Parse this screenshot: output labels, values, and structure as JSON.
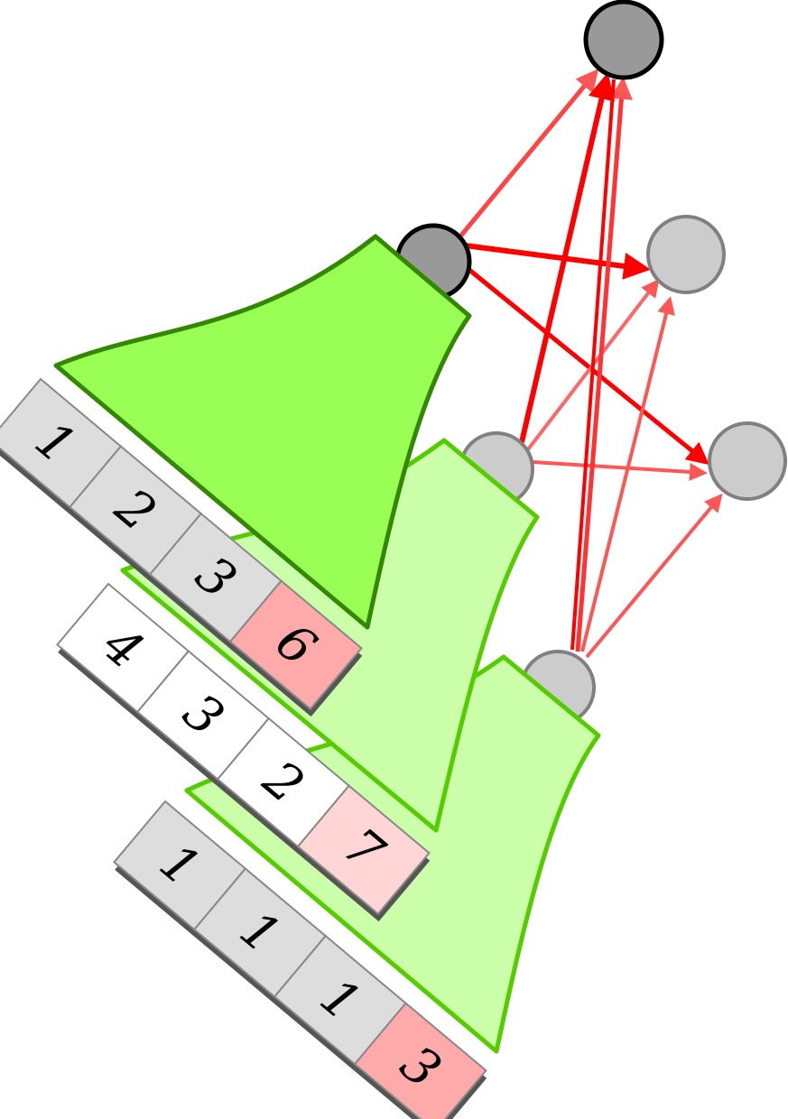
{
  "colors": {
    "node_dark": "#999999",
    "node_light": "#cccccc",
    "node_light_stroke": "#808080",
    "edge_strong": "#ff0000",
    "edge_soft": "#ff5555",
    "funnel_dark_fill": "#99ff55",
    "funnel_dark_stroke": "#338800",
    "funnel_light_fill": "#ccffaa",
    "funnel_light_stroke": "#55cc00",
    "cell_gray": "#dddddd",
    "cell_white": "#ffffff",
    "cell_pink": "#ffaaaa",
    "cell_pink_light": "#ffd5d5"
  },
  "input_rows": [
    {
      "cells": [
        "1",
        "2",
        "3",
        "6"
      ]
    },
    {
      "cells": [
        "4",
        "3",
        "2",
        "7"
      ]
    },
    {
      "cells": [
        "1",
        "1",
        "1",
        "3"
      ]
    }
  ]
}
